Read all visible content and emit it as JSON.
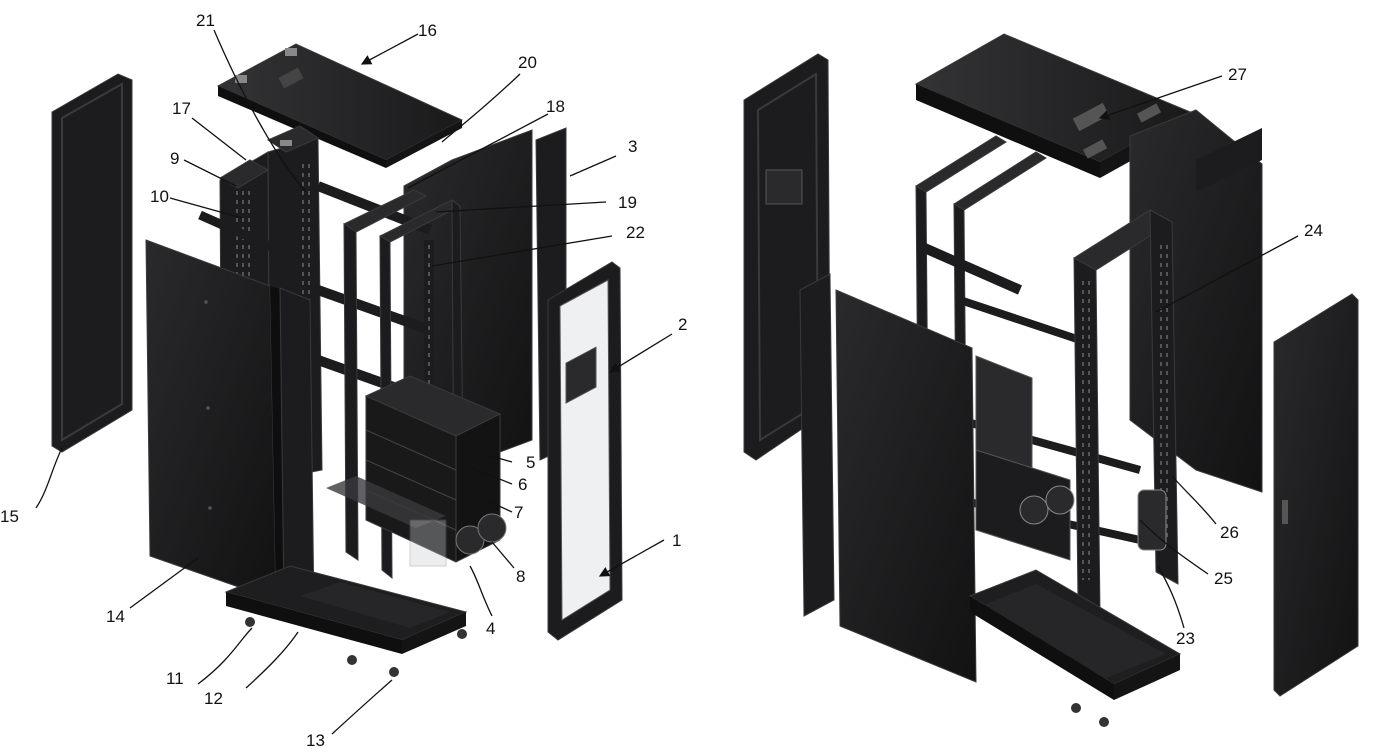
{
  "colors": {
    "panel": "#1c1c1e",
    "panel_dark": "#0f0f10",
    "panel_edge": "#3a3a3d",
    "glass": "#eef0f2",
    "label": "#111111"
  },
  "labels": {
    "1": "1",
    "2": "2",
    "3": "3",
    "4": "4",
    "5": "5",
    "6": "6",
    "7": "7",
    "8": "8",
    "9": "9",
    "10": "10",
    "11": "11",
    "12": "12",
    "13": "13",
    "14": "14",
    "15": "15",
    "16": "16",
    "17": "17",
    "18": "18",
    "19": "19",
    "20": "20",
    "21": "21",
    "22": "22",
    "23": "23",
    "24": "24",
    "25": "25",
    "26": "26",
    "27": "27"
  }
}
